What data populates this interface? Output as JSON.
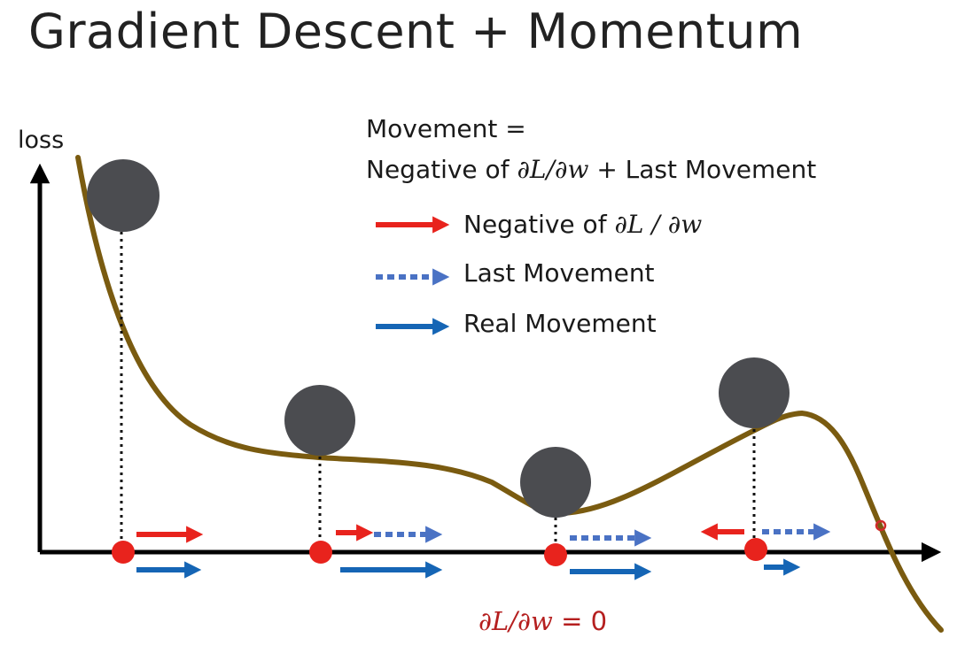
{
  "title": "Gradient Descent + Momentum",
  "axis": {
    "y_label": "loss"
  },
  "formula": {
    "line1": "Movement =",
    "line2_prefix": "Negative of",
    "line2_math": "∂L/∂w",
    "line2_suffix": "+ Last Movement"
  },
  "legend": {
    "items": [
      {
        "text": "Negative of",
        "math": "∂L / ∂w",
        "style": "solid-red",
        "color": "#e8231d"
      },
      {
        "text": "Last Movement",
        "math": "",
        "style": "dotted-blue",
        "color": "#4a72c4"
      },
      {
        "text": "Real Movement",
        "math": "",
        "style": "solid-blue",
        "color": "#1565b5"
      }
    ]
  },
  "annotation": {
    "math": "∂L/∂w",
    "suffix": "= 0",
    "color": "#b51f1f"
  },
  "colors": {
    "curve": "#7a5b10",
    "ball": "#4b4c50",
    "point": "#e8231d",
    "axis": "#000000"
  }
}
